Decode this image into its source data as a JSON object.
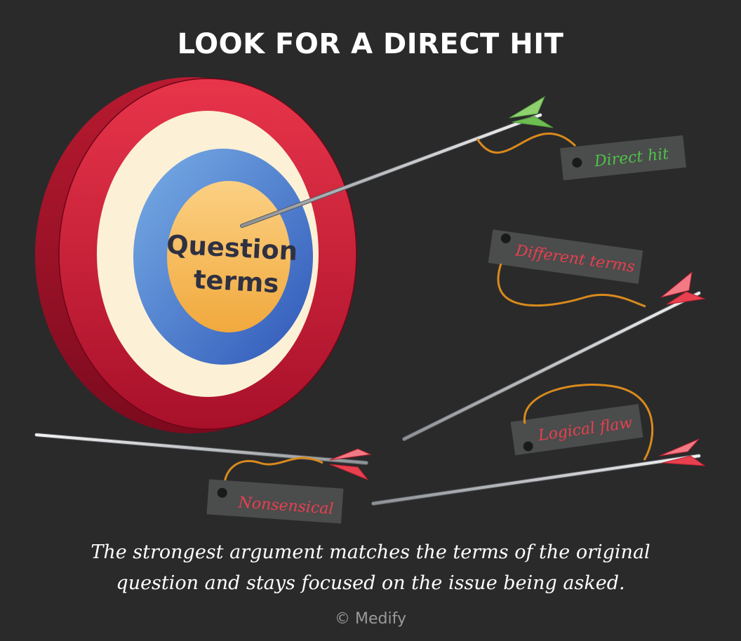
{
  "title": "LOOK FOR A DIRECT HIT",
  "target": {
    "center_line1": "Question",
    "center_line2": "terms"
  },
  "tags": {
    "direct_hit": "Direct hit",
    "different_terms": "Different terms",
    "logical_flaw": "Logical flaw",
    "nonsensical": "Nonsensical"
  },
  "caption": {
    "line1": "The  strongest argument matches the terms of the original",
    "line2": "question and stays focused on the issue being asked."
  },
  "copyright": "© Medify",
  "colors": {
    "background": "#2a2a2b",
    "outer_ring": "#d0213a",
    "cream_ring": "#fcf1d6",
    "blue_ring": "#3f6fc4",
    "bullseye": "#f4b24e",
    "tag_bg": "#4a4b4b",
    "green_text": "#4fc24a",
    "red_text": "#e8404f",
    "string": "#d98a1c"
  }
}
